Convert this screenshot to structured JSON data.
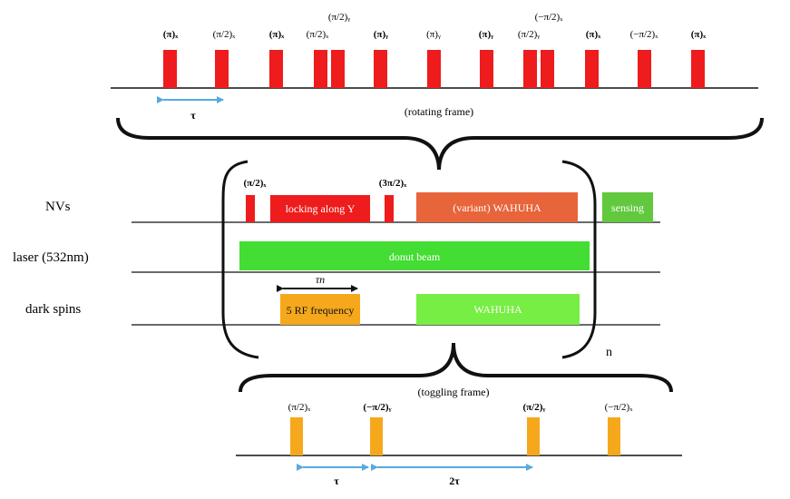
{
  "colors": {
    "red_pulse": "#ee1c1c",
    "orange_box": "#e8643a",
    "green_sensing": "#62c83d",
    "green_laser": "#44dd33",
    "light_green": "#77ee44",
    "amber": "#f5a81c",
    "arrow_blue": "#5aa8e0"
  },
  "top_sequence": {
    "pulse_labels": [
      "(π)ₓ",
      "(π/2)ₓ",
      "(π)ₓ",
      "(π/2)ₓ",
      "(π/2)ᵧ",
      "(π)ᵧ",
      "(π)ᵧ",
      "(π)ᵧ",
      "(π/2)ᵧ",
      "(−π/2)ₓ",
      "(π)ₓ",
      "(−π/2)ₓ",
      "(π)ₓ"
    ],
    "tau_label": "τ",
    "frame_label": "(rotating frame)"
  },
  "rows": {
    "nvs": "NVs",
    "laser": "laser (532nm)",
    "dark_spins": "dark spins"
  },
  "middle_sequence": {
    "pulse1_label": "(π/2)ₓ",
    "pulse2_label": "(3π/2)ₓ",
    "locking": "locking along Y",
    "variant_wahuha": "(variant) WAHUHA",
    "sensing": "sensing",
    "donut": "donut beam",
    "tau_n": "τn",
    "rf": "5 RF frequency",
    "wahuha": "WAHUHA",
    "repeat": "n"
  },
  "bottom_sequence": {
    "frame_label": "(toggling frame)",
    "pulse_labels": [
      "(π/2)ₓ",
      "(−π/2)ᵧ",
      "(π/2)ᵧ",
      "(−π/2)ₓ"
    ],
    "tau": "τ",
    "two_tau": "2τ"
  }
}
